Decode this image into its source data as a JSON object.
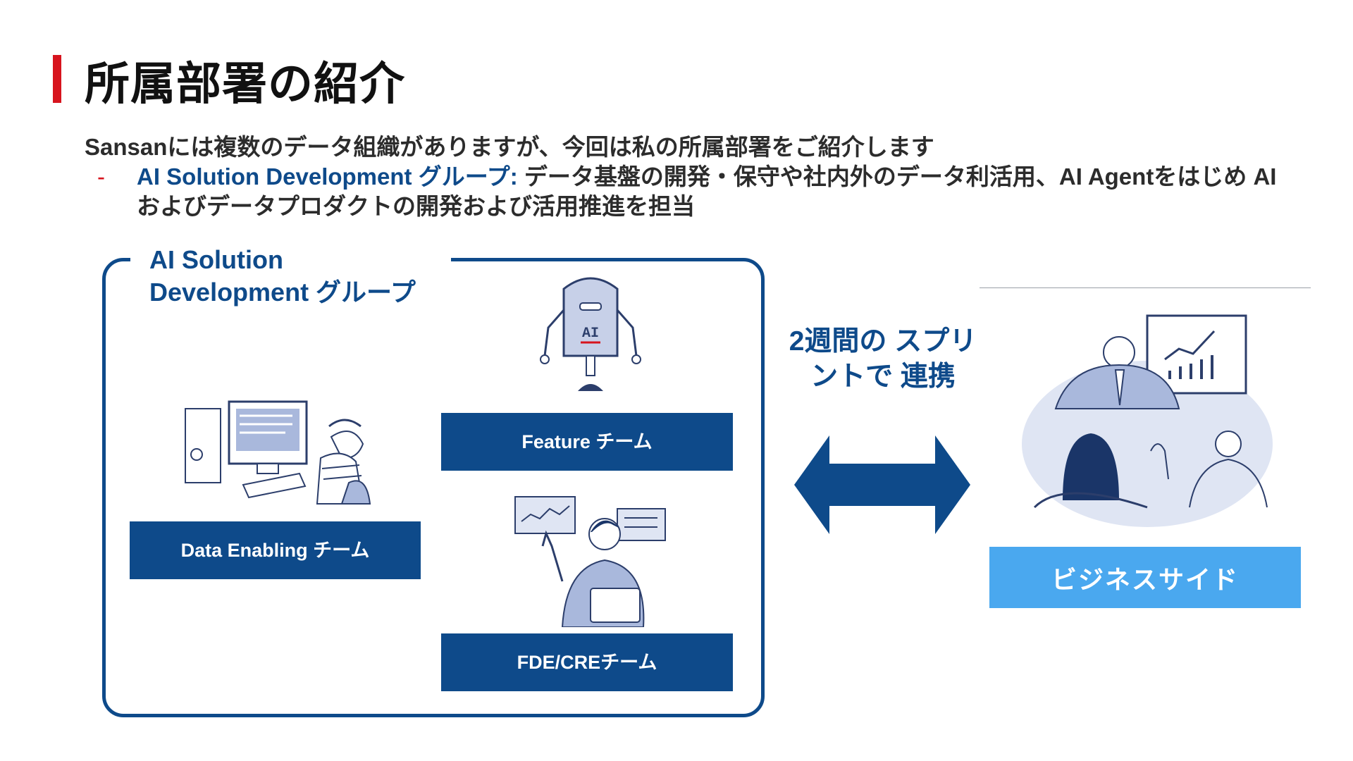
{
  "slide": {
    "title": "所属部署の紹介",
    "intro": "Sansanには複数のデータ組織がありますが、今回は私の所属部署をご紹介します",
    "bullet_dash": "-",
    "bullet_highlight": "AI Solution Development グループ:",
    "bullet_text": " データ基盤の開発・保守や社内外のデータ利活用、AI Agentをはじめ AIおよびデータプロダクトの開発および活用推進を担当"
  },
  "diagram": {
    "group_label": "AI Solution Development グループ",
    "teams": {
      "data_enabling": "Data Enabling チーム",
      "feature": "Feature チーム",
      "fde_cre": "FDE/CREチーム"
    },
    "robot_badge": "AI",
    "arrow_label": "2週間の スプリントで 連携",
    "business_side": "ビジネスサイド"
  },
  "colors": {
    "accent_red": "#d7141e",
    "navy": "#0e4a8a",
    "light_blue": "#4aa8ef",
    "illustration_fill": "#a9b8dc"
  }
}
